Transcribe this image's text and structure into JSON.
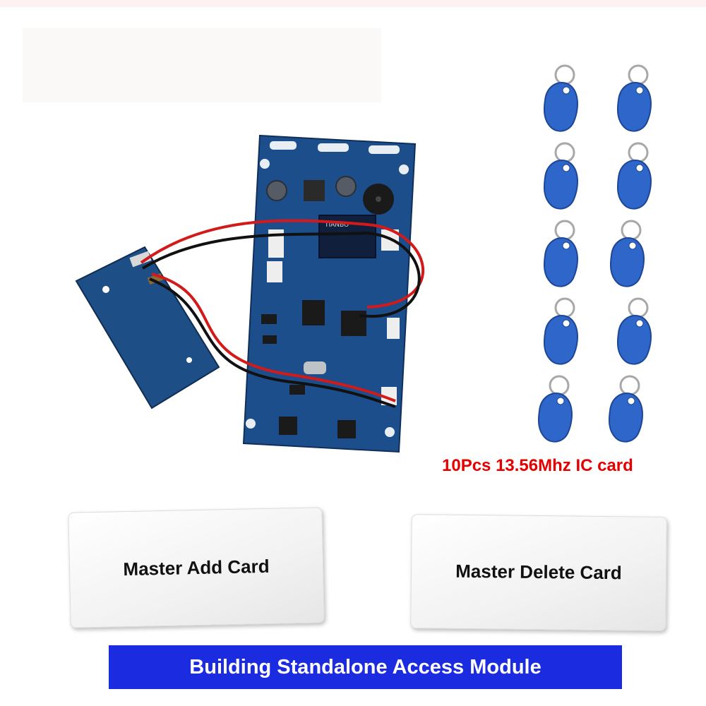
{
  "ic_card_caption": "10Pcs 13.56Mhz IC card",
  "cards": {
    "add_label": "Master Add Card",
    "delete_label": "Master Delete Card"
  },
  "banner": {
    "text": "Building Standalone Access Module"
  },
  "board": {
    "relay_text": "TIANBO"
  },
  "colors": {
    "pcb": "#1c4e8c",
    "key_fob": "#2e66c9",
    "banner": "#1b2be0",
    "caption": "#e50000"
  }
}
